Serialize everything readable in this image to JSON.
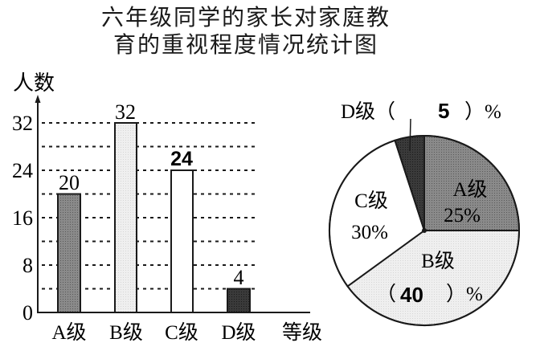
{
  "title": {
    "line1": "六年级同学的家长对家庭教",
    "line2": "育的重视程度情况统计图"
  },
  "bar": {
    "ylabel": "人数",
    "xlabel": "等级",
    "yticks": [
      "0",
      "8",
      "16",
      "24",
      "32"
    ],
    "categories": [
      "A级",
      "B级",
      "C级",
      "D级"
    ],
    "value_labels": [
      "20",
      "32",
      "24",
      "4"
    ]
  },
  "pie": {
    "d_label": "D级（",
    "d_value": "5",
    "d_suffix": "）%",
    "a_label": "A级",
    "a_pct": "25%",
    "c_label": "C级",
    "c_pct": "30%",
    "b_label": "B级",
    "b_open": "（",
    "b_value": "40",
    "b_close": "）%"
  },
  "colors": {
    "a_fill": "#8c8c8c",
    "b_fill": "#eeeeee",
    "c_fill": "#ffffff",
    "d_fill": "#333333",
    "line": "#1a1a1a"
  },
  "chart_data": [
    {
      "type": "bar",
      "title": "六年级同学的家长对家庭教育的重视程度情况统计图",
      "categories": [
        "A级",
        "B级",
        "C级",
        "D级"
      ],
      "values": [
        20,
        32,
        24,
        4
      ],
      "xlabel": "等级",
      "ylabel": "人数",
      "ylim": [
        0,
        32
      ],
      "yticks": [
        0,
        8,
        16,
        24,
        32
      ],
      "grid": "dashed horizontal every 4",
      "data_labels": [
        20,
        32,
        24,
        4
      ]
    },
    {
      "type": "pie",
      "title": "六年级同学的家长对家庭教育的重视程度情况统计图",
      "labels": [
        "A级",
        "B级",
        "C级",
        "D级"
      ],
      "values": [
        25,
        40,
        30,
        5
      ],
      "unit": "%",
      "annotations": [
        "D级（5）%",
        "A级 25%",
        "B级（40）%",
        "C级 30%"
      ]
    }
  ]
}
